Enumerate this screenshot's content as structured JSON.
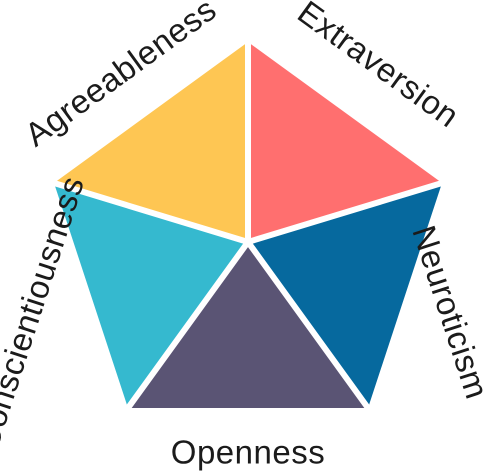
{
  "diagram": {
    "segments": [
      {
        "id": "extraversion",
        "label": "Extraversion",
        "color": "#FF6F6F"
      },
      {
        "id": "neuroticism",
        "label": "Neuroticism",
        "color": "#06699E"
      },
      {
        "id": "openness",
        "label": "Openness",
        "color": "#5A5474"
      },
      {
        "id": "conscientiousness",
        "label": "Conscientiousness",
        "color": "#35B9CF"
      },
      {
        "id": "agreeableness",
        "label": "Agreeableness",
        "color": "#FEC653"
      }
    ],
    "separator_color": "#FFFFFF"
  }
}
